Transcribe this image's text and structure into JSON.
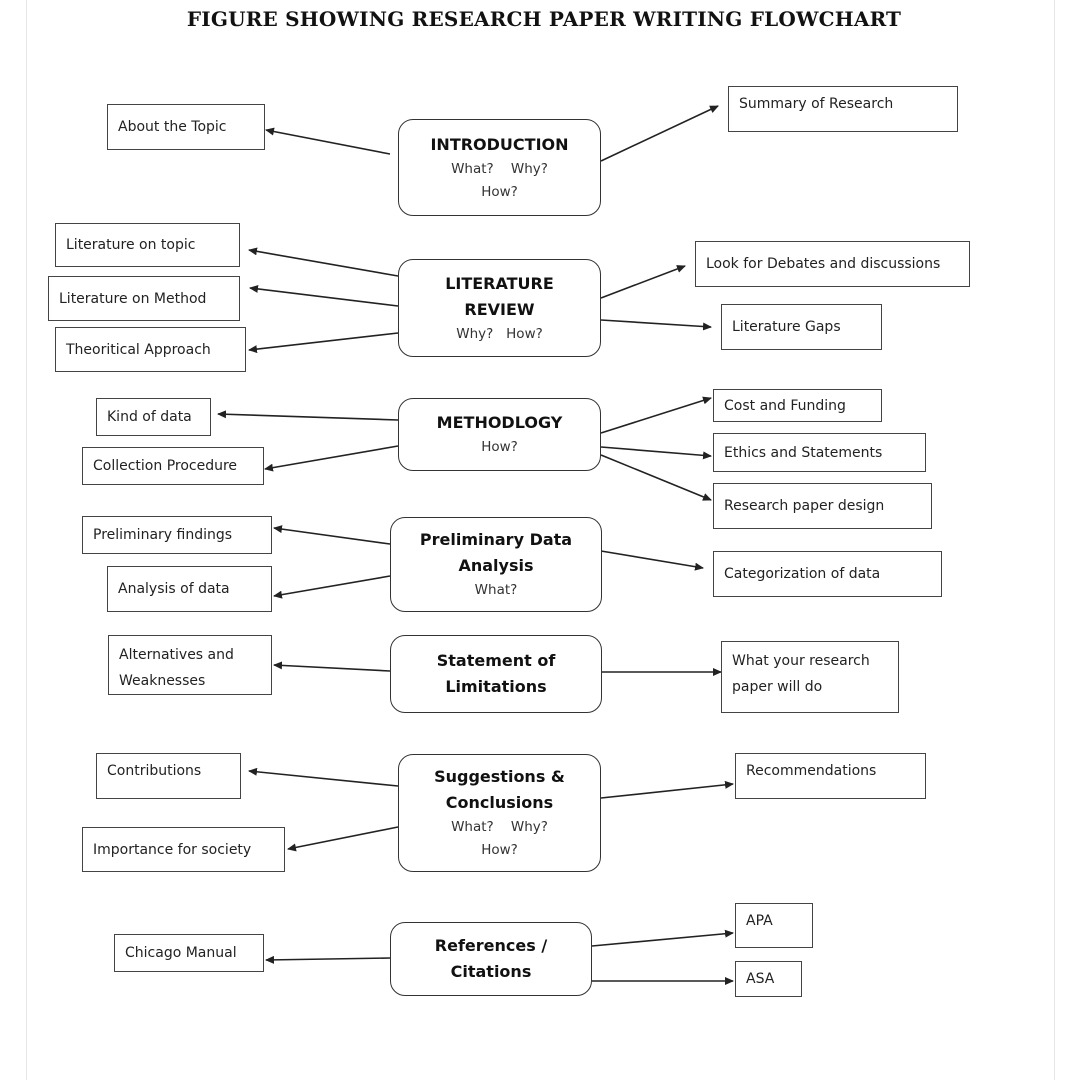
{
  "title": "FIGURE SHOWING RESEARCH PAPER WRITING FLOWCHART",
  "stages": [
    {
      "id": "introduction",
      "title": "INTRODUCTION",
      "subtitle": "What?    Why?\nHow?",
      "left": [
        "About the Topic"
      ],
      "right": [
        "Summary of Research"
      ]
    },
    {
      "id": "literature-review",
      "title": "LITERATURE\nREVIEW",
      "subtitle": "Why?   How?",
      "left": [
        "Literature on topic",
        "Literature on Method",
        "Theoritical Approach"
      ],
      "right": [
        "Look for Debates and discussions",
        "Literature Gaps"
      ]
    },
    {
      "id": "methodology",
      "title": "METHODLOGY",
      "subtitle": "How?",
      "left": [
        "Kind of data",
        "Collection Procedure"
      ],
      "right": [
        "Cost and Funding",
        "Ethics and Statements",
        "Research paper design"
      ]
    },
    {
      "id": "preliminary-data-analysis",
      "title": "Preliminary Data\nAnalysis",
      "subtitle": "What?",
      "left": [
        "Preliminary findings",
        "Analysis of data"
      ],
      "right": [
        "Categorization of data"
      ]
    },
    {
      "id": "statement-of-limitations",
      "title": "Statement of\nLimitations",
      "subtitle": "",
      "left": [
        "Alternatives and\nWeaknesses"
      ],
      "right": [
        "What your research\npaper will do"
      ]
    },
    {
      "id": "suggestions-conclusions",
      "title": "Suggestions &\nConclusions",
      "subtitle": "What?    Why?\nHow?",
      "left": [
        "Contributions",
        "Importance for society"
      ],
      "right": [
        "Recommendations"
      ]
    },
    {
      "id": "references-citations",
      "title": "References /\nCitations",
      "subtitle": "",
      "left": [
        "Chicago Manual"
      ],
      "right": [
        "APA",
        "ASA"
      ]
    }
  ],
  "colors": {
    "line": "#222222",
    "border": "#333333",
    "background": "#ffffff"
  }
}
